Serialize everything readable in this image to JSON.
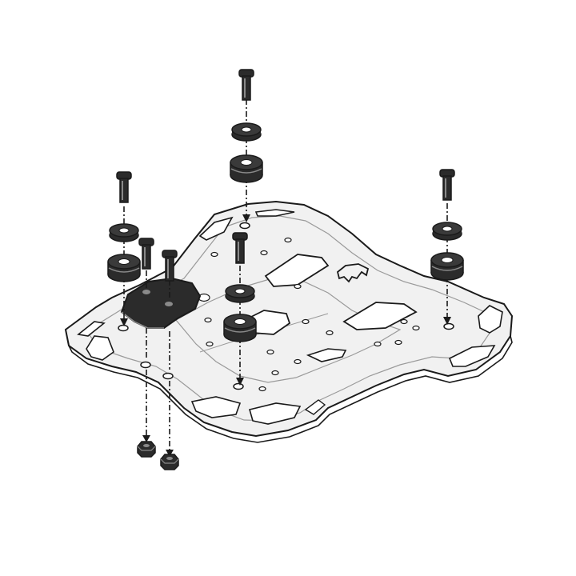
{
  "diagram": {
    "type": "exploded-assembly",
    "colors": {
      "background": "#ffffff",
      "outline": "#1a1a1a",
      "plate_fill": "#f1f1f1",
      "plate_inner_line": "#9a9a9a",
      "hardware_fill": "#2b2b2b",
      "hardware_highlight": "#8a8a8a",
      "guide_line": "#1a1a1a"
    },
    "parts": {
      "plate": {
        "icon": "luggage-rack-plate-icon",
        "slots": 10,
        "mount_holes": 4
      },
      "adapter": {
        "icon": "adapter-plate-icon"
      },
      "logo": {
        "icon": "animal-logo-icon"
      },
      "bolts": {
        "icon": "bolt-icon",
        "count": 6
      },
      "washers": {
        "icon": "washer-icon",
        "count": 4
      },
      "rubber_dampers": {
        "icon": "rubber-damper-icon",
        "count": 4
      },
      "nuts": {
        "icon": "nut-icon",
        "count": 2
      }
    },
    "assembly_points": 6
  }
}
